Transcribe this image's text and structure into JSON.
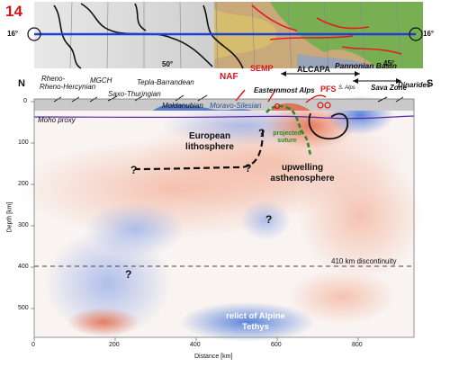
{
  "figure": {
    "panel_number": "14",
    "map": {
      "lon_left": "16°",
      "lon_right": "16°",
      "lat_labels": [
        "50°",
        "45°"
      ]
    },
    "section": {
      "left_end": "N",
      "right_end": "S",
      "regions": [
        "Rheno-Hercynian",
        "MGCH",
        "Tepla-Barrandean",
        "Saxo-Thuringian",
        "Moldanubian",
        "Moravo-Silesian",
        "Easternmost Alps",
        "Pannonian Basin",
        "S. Alps",
        "Sava Zone",
        "Dinarides"
      ],
      "faults": [
        "NAF",
        "SEMP",
        "PFS"
      ],
      "terrane": "ALCAPA",
      "moho": "Moho proxy",
      "features": [
        "European lithosphere",
        "upwelling asthenosphere",
        "projected suture",
        "relict of Alpine Tethys"
      ],
      "unknown_marker": "?",
      "discontinuity": "410 km discontinuity"
    },
    "axes": {
      "x_label": "Distance [km]",
      "y_label": "Depth [km]",
      "x_ticks": [
        "0",
        "200",
        "400",
        "600",
        "800"
      ],
      "y_ticks": [
        "0",
        "100",
        "200",
        "300",
        "400",
        "500"
      ]
    },
    "colors": {
      "fast_anomaly": "#4a78d8",
      "slow_anomaly": "#e66a45",
      "profile_line": "#1f3fd1",
      "fault_red": "#d8141a",
      "suture_green": "#2a8a2a"
    }
  }
}
